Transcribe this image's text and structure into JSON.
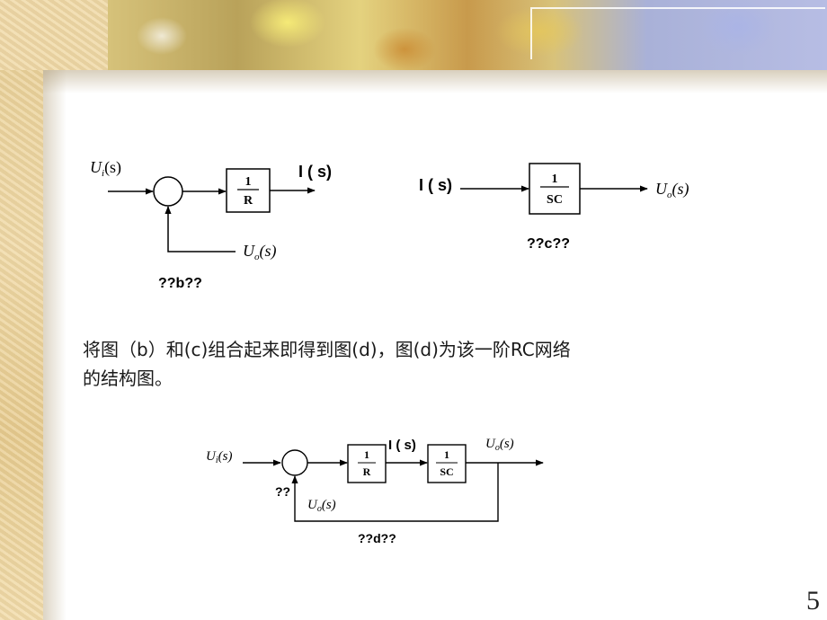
{
  "page_number": "5",
  "paragraph": {
    "line1": "将图（b）和(c)组合起来即得到图(d)，图(d)为该一阶RC网络",
    "line2": "的结构图。"
  },
  "diagram_b": {
    "input_label": "U",
    "input_sub": "i",
    "input_arg": "(s)",
    "block_num": "1",
    "block_den": "R",
    "output_label": "I ( s)",
    "feedback_label": "U",
    "feedback_sub": "o",
    "feedback_arg": "(s)",
    "caption": "??b??"
  },
  "diagram_c": {
    "input_label": "I ( s)",
    "block_num": "1",
    "block_den": "SC",
    "output_label": "U",
    "output_sub": "o",
    "output_arg": "(s)",
    "caption": "??c??"
  },
  "diagram_d": {
    "input_label": "U",
    "input_sub": "i",
    "input_arg": "(s)",
    "block1_num": "1",
    "block1_den": "R",
    "mid_label": "I ( s)",
    "block2_num": "1",
    "block2_den": "SC",
    "output_label": "U",
    "output_sub": "o",
    "output_arg": "(s)",
    "sum_label": "??",
    "feedback_label": "U",
    "feedback_sub": "o",
    "feedback_arg": "(s)",
    "caption": "??d??"
  }
}
